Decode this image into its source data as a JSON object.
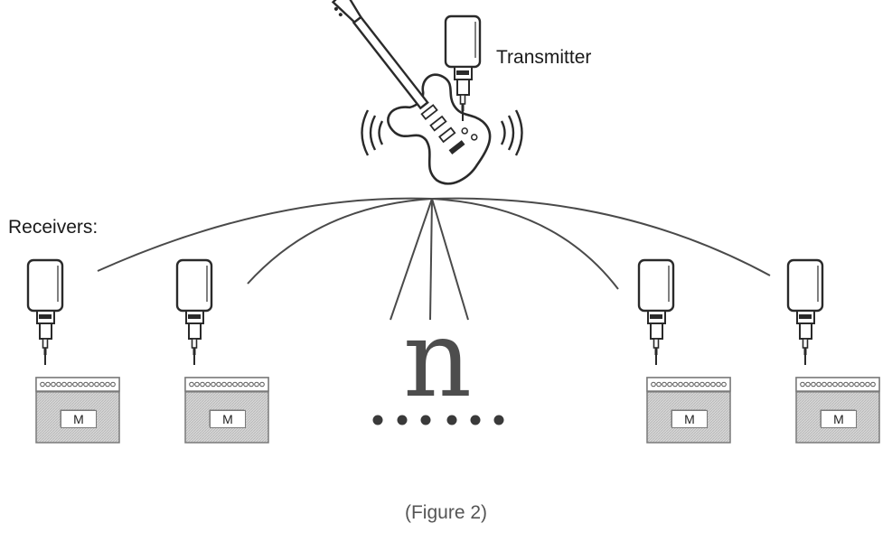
{
  "labels": {
    "transmitter": "Transmitter",
    "receivers": "Receivers:",
    "n": "n",
    "caption": "(Figure 2)",
    "amp_letter": "M"
  },
  "receivers": [
    {
      "amp_label": "M"
    },
    {
      "amp_label": "M"
    },
    {
      "amp_label": "M"
    },
    {
      "amp_label": "M"
    }
  ],
  "colors": {
    "line": "#4a4a4a",
    "amp_fill": "#cfcfcf",
    "device_outline": "#2a2a2a"
  }
}
